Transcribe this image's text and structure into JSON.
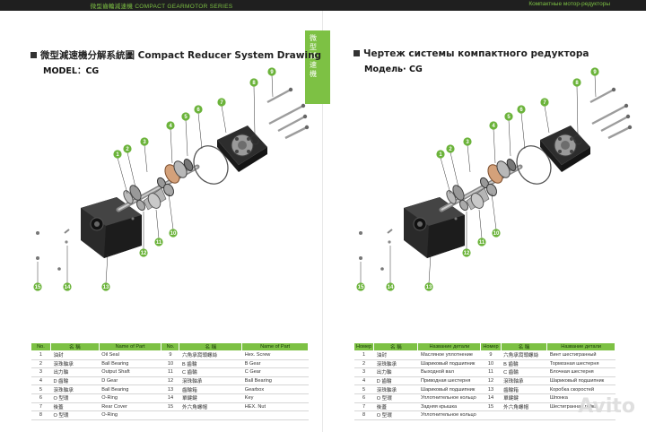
{
  "header": {
    "left_title": "微型齒輪減速機 COMPACT GEARMOTOR SERIES",
    "right_title": "Компактные мотор-редукторы"
  },
  "side_tab": "微型減速機",
  "left": {
    "title": "微型減速機分解系統圖 Compact Reducer System Drawing",
    "model": "MODEL：CG"
  },
  "right": {
    "title": "Чертеж системы компактного редуктора",
    "model": "Модель· CG"
  },
  "callouts": [
    "1",
    "2",
    "3",
    "4",
    "5",
    "6",
    "7",
    "8",
    "9",
    "10",
    "11",
    "12",
    "13",
    "14",
    "15"
  ],
  "left_table": {
    "headers": [
      "No.",
      "名 稱",
      "Name of Part",
      "No.",
      "名 稱",
      "Name of Part"
    ],
    "rows": [
      [
        "1",
        "油封",
        "Oil Seal",
        "9",
        "六角承窩頭螺絲",
        "Hex. Screw"
      ],
      [
        "2",
        "滾珠軸承",
        "Ball Bearing",
        "10",
        "B 齒輪",
        "B Gear"
      ],
      [
        "3",
        "出力軸",
        "Output Shaft",
        "11",
        "C 齒輪",
        "C Gear"
      ],
      [
        "4",
        "D 齒輪",
        "D Gear",
        "12",
        "滾珠軸承",
        "Ball Bearing"
      ],
      [
        "5",
        "滾珠軸承",
        "Ball Bearing",
        "13",
        "齒輪箱",
        "Gearbox"
      ],
      [
        "6",
        "O 型環",
        "O-Ring",
        "14",
        "單鍵鍵",
        "Key"
      ],
      [
        "7",
        "後蓋",
        "Rear Cover",
        "15",
        "外六角螺帽",
        "HEX. Nut"
      ],
      [
        "8",
        "O 型環",
        "O-Ring",
        "",
        "",
        ""
      ]
    ]
  },
  "right_table": {
    "headers": [
      "Номер",
      "名 稱",
      "Название детали",
      "Номер",
      "名 稱",
      "Название детали"
    ],
    "rows": [
      [
        "1",
        "油封",
        "Масляное уплотнение",
        "9",
        "六角承窩頭螺絲",
        "Винт шестигранный"
      ],
      [
        "2",
        "滾珠軸承",
        "Шариковый подшипник",
        "10",
        "B 齒輪",
        "Тормозная шестерня"
      ],
      [
        "3",
        "出力軸",
        "Выходной вал",
        "11",
        "C 齒輪",
        "Блочная шестерня"
      ],
      [
        "4",
        "D 齒輪",
        "Приводная шестерня",
        "12",
        "滾珠軸承",
        "Шариковый подшипник"
      ],
      [
        "5",
        "滾珠軸承",
        "Шариковый подшипник",
        "13",
        "齒輪箱",
        "Коробка скоростей"
      ],
      [
        "6",
        "O 型環",
        "Уплотнительное кольцо",
        "14",
        "單鍵鍵",
        "Шпонка"
      ],
      [
        "7",
        "後蓋",
        "Задняя крышка",
        "15",
        "外六角螺帽",
        "Шестигранная гайка"
      ],
      [
        "8",
        "O 型環",
        "Уплотнительное кольцо",
        "",
        "",
        ""
      ]
    ]
  },
  "watermark": "Avito",
  "colors": {
    "accent": "#7dc144",
    "topbar": "#1f1f1f"
  }
}
